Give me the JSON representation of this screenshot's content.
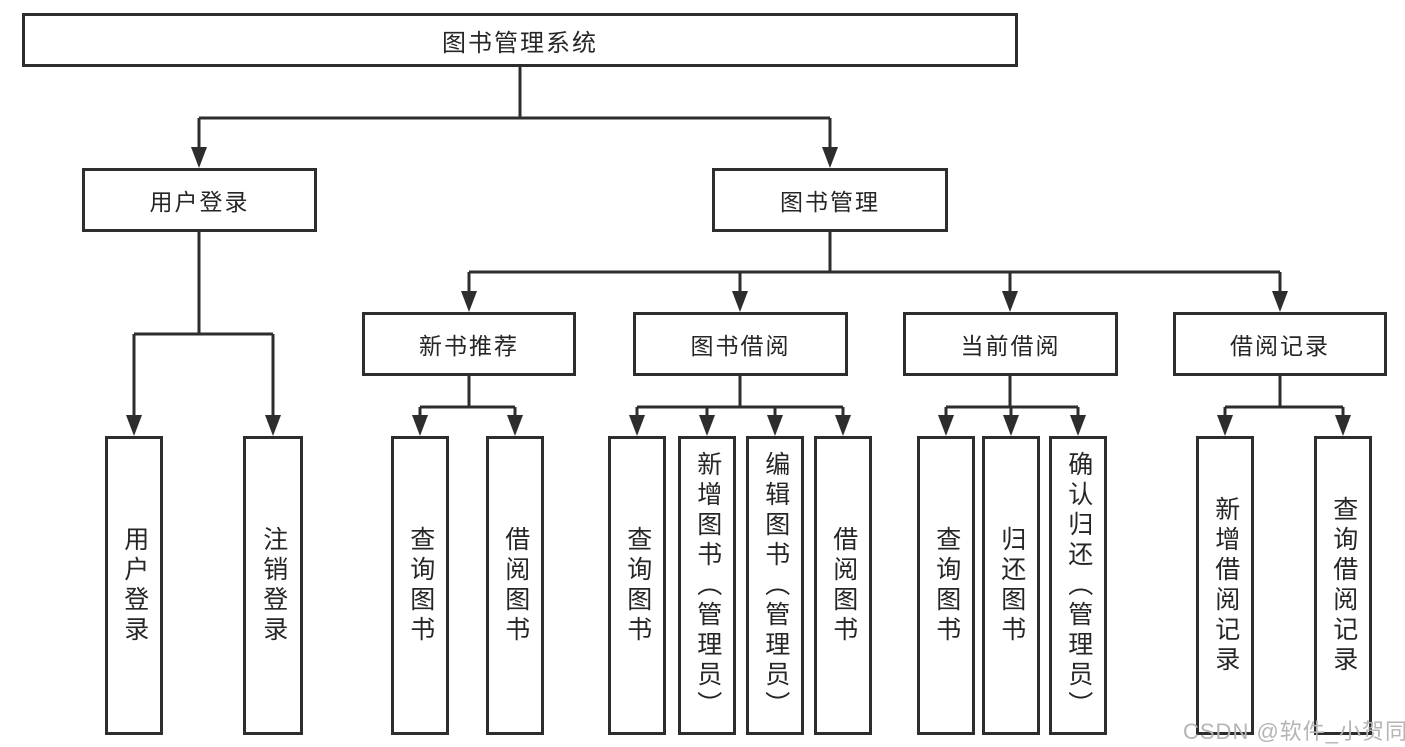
{
  "colors": {
    "line": "#2d2d2d",
    "box_border": "#2d2d2d",
    "box_fill": "#ffffff",
    "text": "#262626",
    "watermark": "#b5b5b5",
    "background": "#ffffff"
  },
  "watermark": "CSDN @软件_小贺同学",
  "diagram": {
    "root": "图书管理系统",
    "branches": [
      {
        "label": "用户登录",
        "children": [
          "用户登录",
          "注销登录"
        ]
      },
      {
        "label": "图书管理",
        "sections": [
          {
            "label": "新书推荐",
            "children": [
              "查询图书",
              "借阅图书"
            ]
          },
          {
            "label": "图书借阅",
            "children": [
              "查询图书",
              "新增图书（管理员）",
              "编辑图书（管理员）",
              "借阅图书"
            ]
          },
          {
            "label": "当前借阅",
            "children": [
              "查询图书",
              "归还图书",
              "确认归还（管理员）"
            ]
          },
          {
            "label": "借阅记录",
            "children": [
              "新增借阅记录",
              "查询借阅记录"
            ]
          }
        ]
      }
    ]
  }
}
